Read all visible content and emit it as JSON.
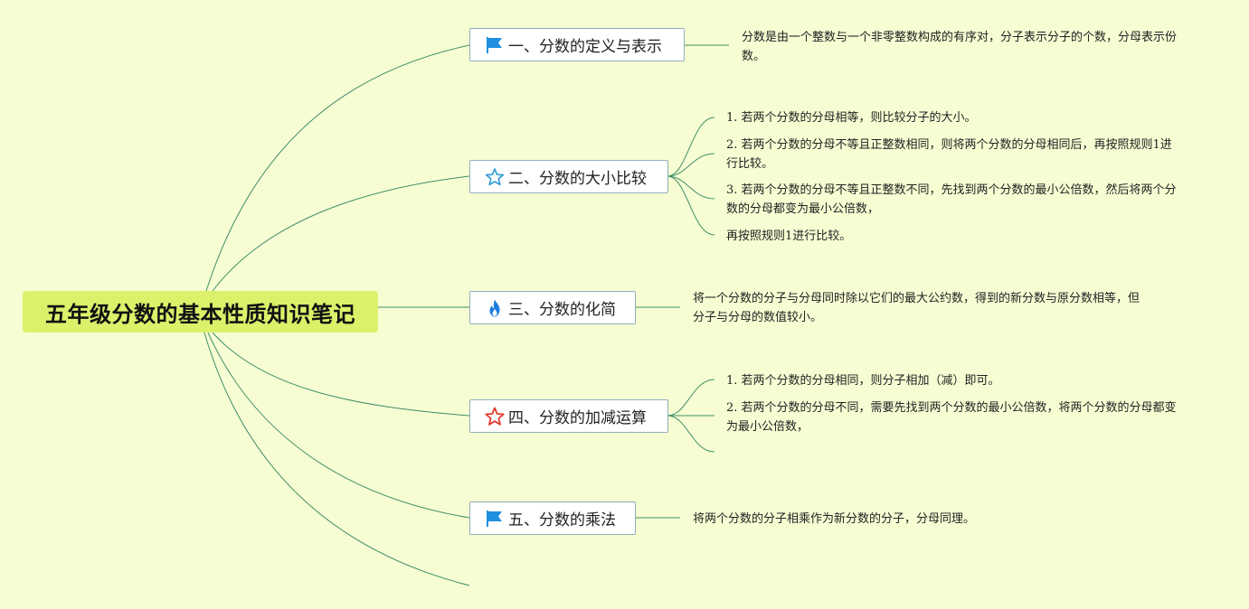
{
  "root": {
    "title": "五年级分数的基本性质知识笔记"
  },
  "topics": [
    {
      "label": "一、分数的定义与表示",
      "icon": "flag-icon"
    },
    {
      "label": "二、分数的大小比较",
      "icon": "star-outline-icon"
    },
    {
      "label": "三、分数的化简",
      "icon": "flame-icon"
    },
    {
      "label": "四、分数的加减运算",
      "icon": "star-red-icon"
    },
    {
      "label": "五、分数的乘法",
      "icon": "flag-icon"
    }
  ],
  "notes": {
    "t1": [
      "分数是由一个整数与一个非零整数构成的有序对，分子表示分子的个数，分母表示份数。"
    ],
    "t2": [
      "1. 若两个分数的分母相等，则比较分子的大小。",
      "2. 若两个分数的分母不等且正整数相同，则将两个分数的分母相同后，再按照规则1进行比较。",
      "3. 若两个分数的分母不等且正整数不同，先找到两个分数的最小公倍数，然后将两个分数的分母都变为最小公倍数，",
      "再按照规则1进行比较。"
    ],
    "t3": [
      "将一个分数的分子与分母同时除以它们的最大公约数，得到的新分数与原分数相等，但分子与分母的数值较小。"
    ],
    "t4": [
      "1. 若两个分数的分母相同，则分子相加（减）即可。",
      "2. 若两个分数的分母不同，需要先找到两个分数的最小公倍数，将两个分数的分母都变为最小公倍数，"
    ],
    "t5": [
      "将两个分数的分子相乘作为新分数的分子，分母同理。"
    ]
  },
  "colors": {
    "background": "#f7fdd3",
    "root_fill": "#dcf06a",
    "connector": "#3f8f6a",
    "topic_border": "#8fb0bc",
    "flag_blue": "#1f8fe0",
    "star_outline": "#2a9ad8",
    "flame_blue": "#1e7fe0",
    "star_red": "#e23b2e"
  }
}
